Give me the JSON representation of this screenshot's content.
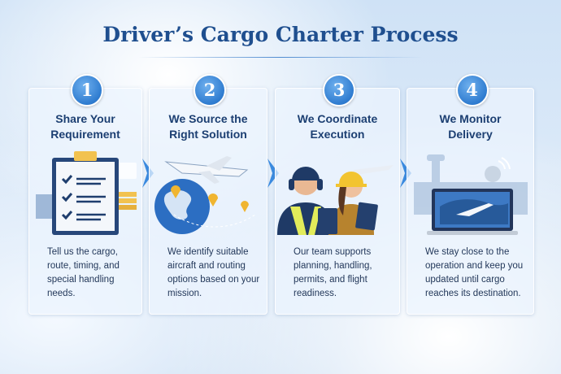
{
  "title": "Driver’s Cargo Charter Process",
  "steps": [
    {
      "number": "1",
      "title_line1": "Share Your",
      "title_line2": "Requirement",
      "description": "Tell us the cargo, route, timing, and special handling needs.",
      "icon": "clipboard-checklist-icon"
    },
    {
      "number": "2",
      "title_line1": "We Source the",
      "title_line2": "Right Solution",
      "description": "We identify suitable aircraft and routing options based on your mission.",
      "icon": "globe-aircraft-icon"
    },
    {
      "number": "3",
      "title_line1": "We Coordinate",
      "title_line2": "Execution",
      "description": "Our team supports planning, handling, permits, and flight readiness.",
      "icon": "ground-crew-icon"
    },
    {
      "number": "4",
      "title_line1": "We Monitor",
      "title_line2": "Delivery",
      "description": "We stay close to the operation and keep you updated until cargo reaches its destination.",
      "icon": "laptop-tracking-icon"
    }
  ],
  "colors": {
    "title": "#1f4f8f",
    "accent": "#2f7cd0",
    "text": "#23385a"
  }
}
